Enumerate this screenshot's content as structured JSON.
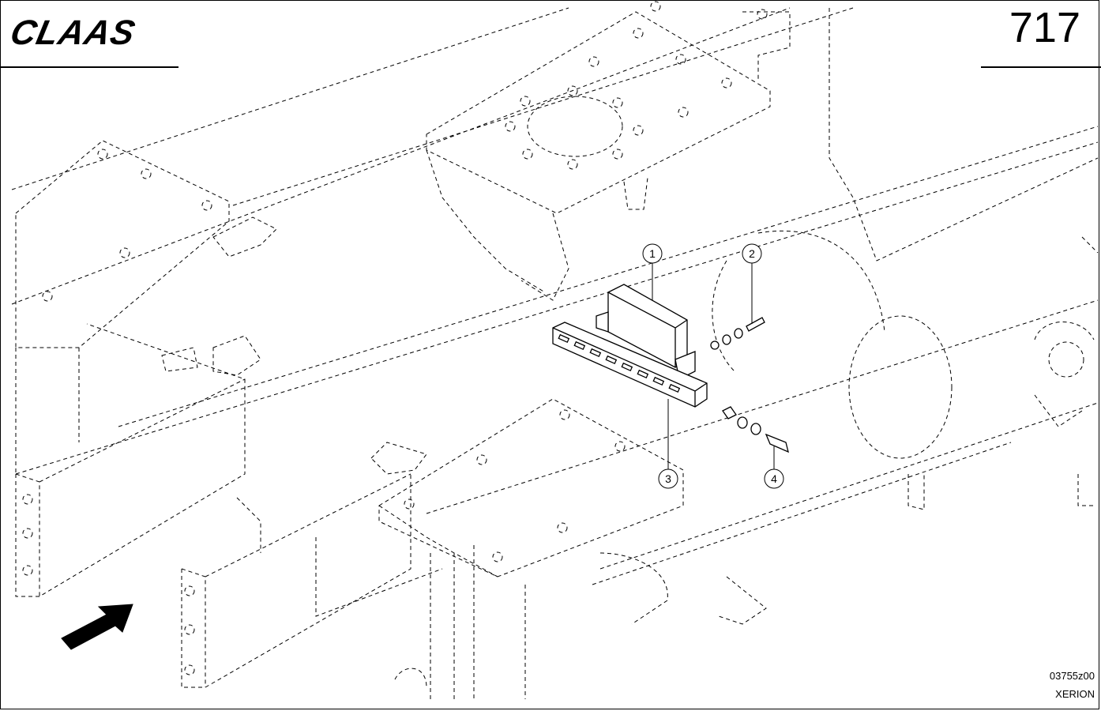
{
  "header": {
    "brand": "CLAAS",
    "page_number": "717"
  },
  "footer": {
    "figure_code": "03755z00",
    "model": "XERION"
  },
  "callouts": [
    {
      "number": "1"
    },
    {
      "number": "2"
    },
    {
      "number": "3"
    },
    {
      "number": "4"
    }
  ]
}
